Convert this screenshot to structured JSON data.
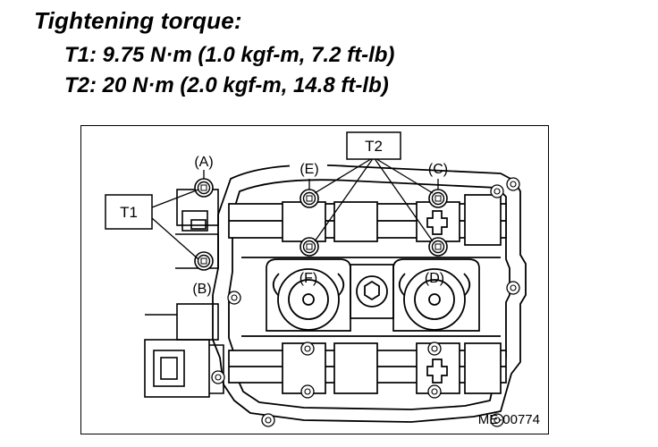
{
  "header": {
    "title": "Tightening torque:",
    "t1_spec": "T1: 9.75 N·m (1.0 kgf-m, 7.2 ft-lb)",
    "t2_spec": "T2: 20 N·m (2.0 kgf-m, 14.8 ft-lb)"
  },
  "figure": {
    "callouts": {
      "t1": "T1",
      "t2": "T2"
    },
    "labels": {
      "a": "(A)",
      "b": "(B)",
      "c": "(C)",
      "d": "(D)",
      "e": "(E)",
      "f": "(F)"
    },
    "figure_code": "ME-00774"
  }
}
